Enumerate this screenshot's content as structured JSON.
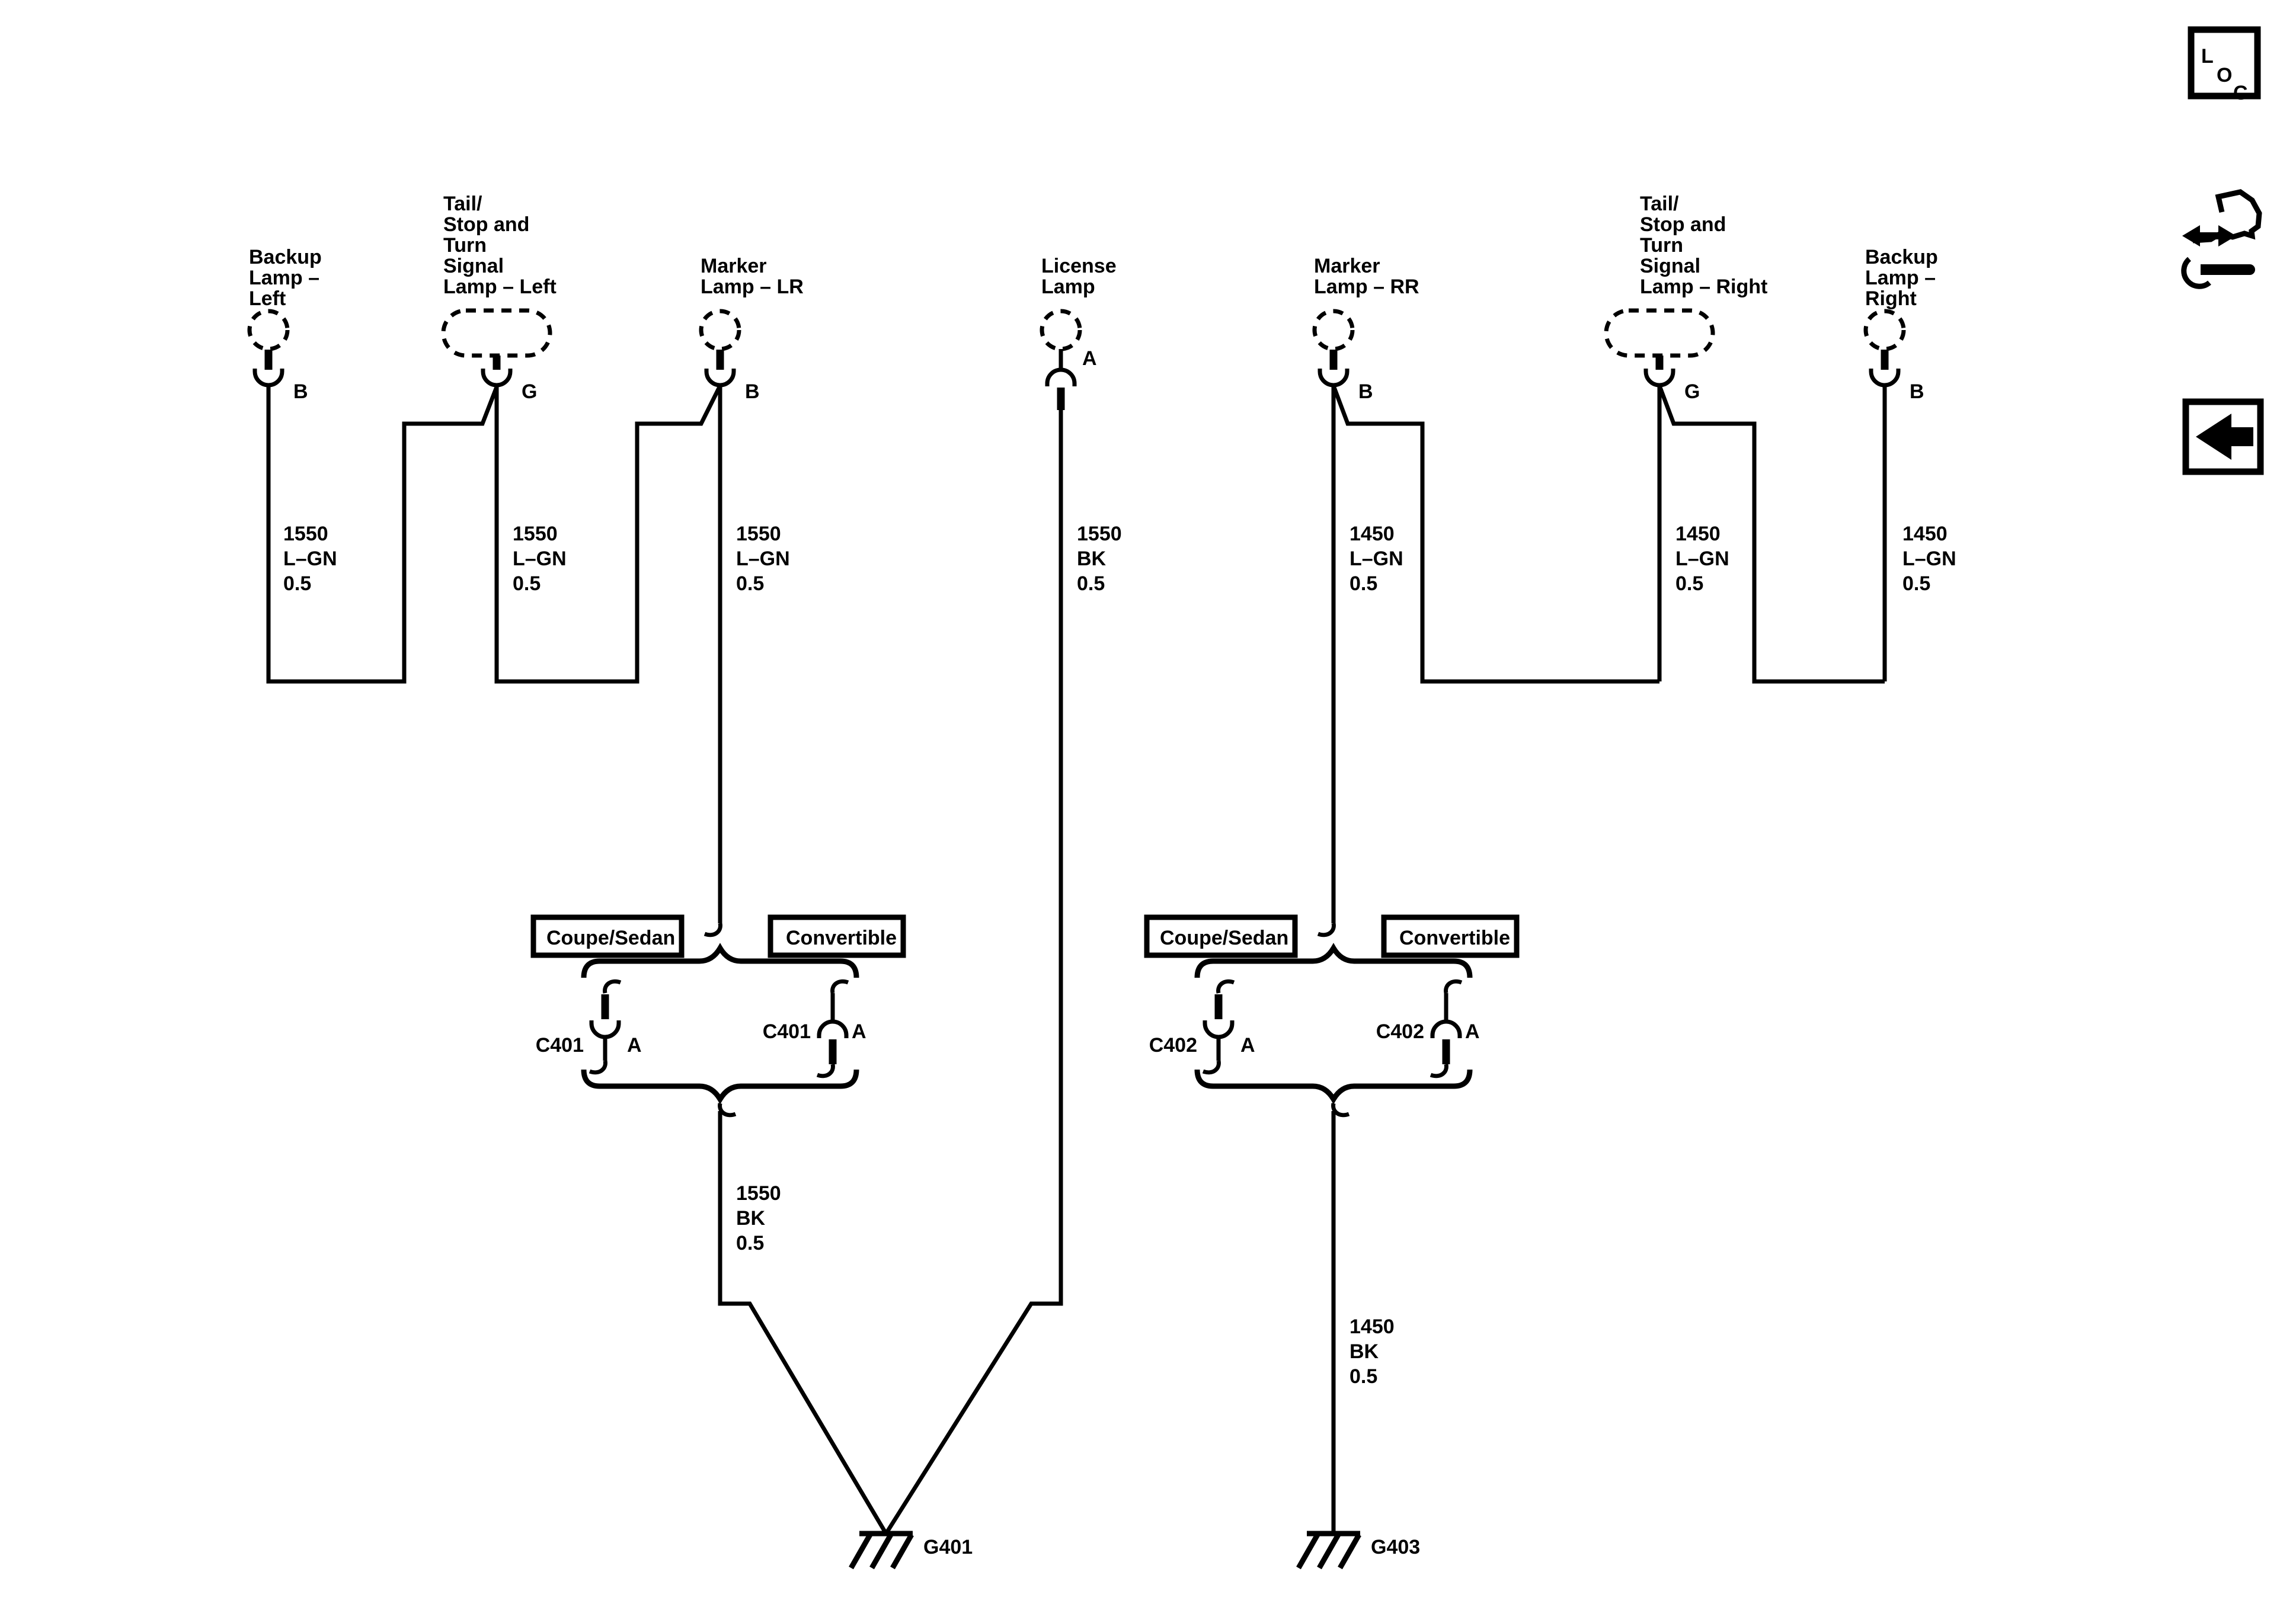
{
  "page": {
    "background": "#ffffff",
    "line_color": "#000000"
  },
  "lamps": [
    {
      "name": "backup-lamp-left",
      "lines": [
        "Backup",
        "Lamp –",
        "Left"
      ],
      "terminal": "B",
      "wire": [
        "1550",
        "L–GN",
        "0.5"
      ]
    },
    {
      "name": "tail-stop-turn-left",
      "lines": [
        "Tail/",
        "Stop and",
        "Turn",
        "Signal",
        "Lamp – Left"
      ],
      "terminal": "G",
      "wire": [
        "1550",
        "L–GN",
        "0.5"
      ]
    },
    {
      "name": "marker-lamp-lr",
      "lines": [
        "Marker",
        "Lamp – LR"
      ],
      "terminal": "B",
      "wire": [
        "1550",
        "L–GN",
        "0.5"
      ]
    },
    {
      "name": "license-lamp",
      "lines": [
        "License",
        "Lamp"
      ],
      "terminal": "A",
      "wire": [
        "1550",
        "BK",
        "0.5"
      ]
    },
    {
      "name": "marker-lamp-rr",
      "lines": [
        "Marker",
        "Lamp – RR"
      ],
      "terminal": "B",
      "wire": [
        "1450",
        "L–GN",
        "0.5"
      ]
    },
    {
      "name": "tail-stop-turn-right",
      "lines": [
        "Tail/",
        "Stop and",
        "Turn",
        "Signal",
        "Lamp – Right"
      ],
      "terminal": "G",
      "wire": [
        "1450",
        "L–GN",
        "0.5"
      ]
    },
    {
      "name": "backup-lamp-right",
      "lines": [
        "Backup",
        "Lamp –",
        "Right"
      ],
      "terminal": "B",
      "wire": [
        "1450",
        "L–GN",
        "0.5"
      ]
    }
  ],
  "splices": [
    {
      "connector": "C401",
      "terminal": "A",
      "options": [
        "Coupe/Sedan",
        "Convertible"
      ],
      "out_wire": [
        "1550",
        "BK",
        "0.5"
      ],
      "ground": "G401"
    },
    {
      "connector": "C402",
      "terminal": "A",
      "options": [
        "Coupe/Sedan",
        "Convertible"
      ],
      "out_wire": [
        "1450",
        "BK",
        "0.5"
      ],
      "ground": "G403"
    }
  ],
  "toolbar": {
    "loc_letters": [
      "L",
      "O",
      "C"
    ]
  }
}
